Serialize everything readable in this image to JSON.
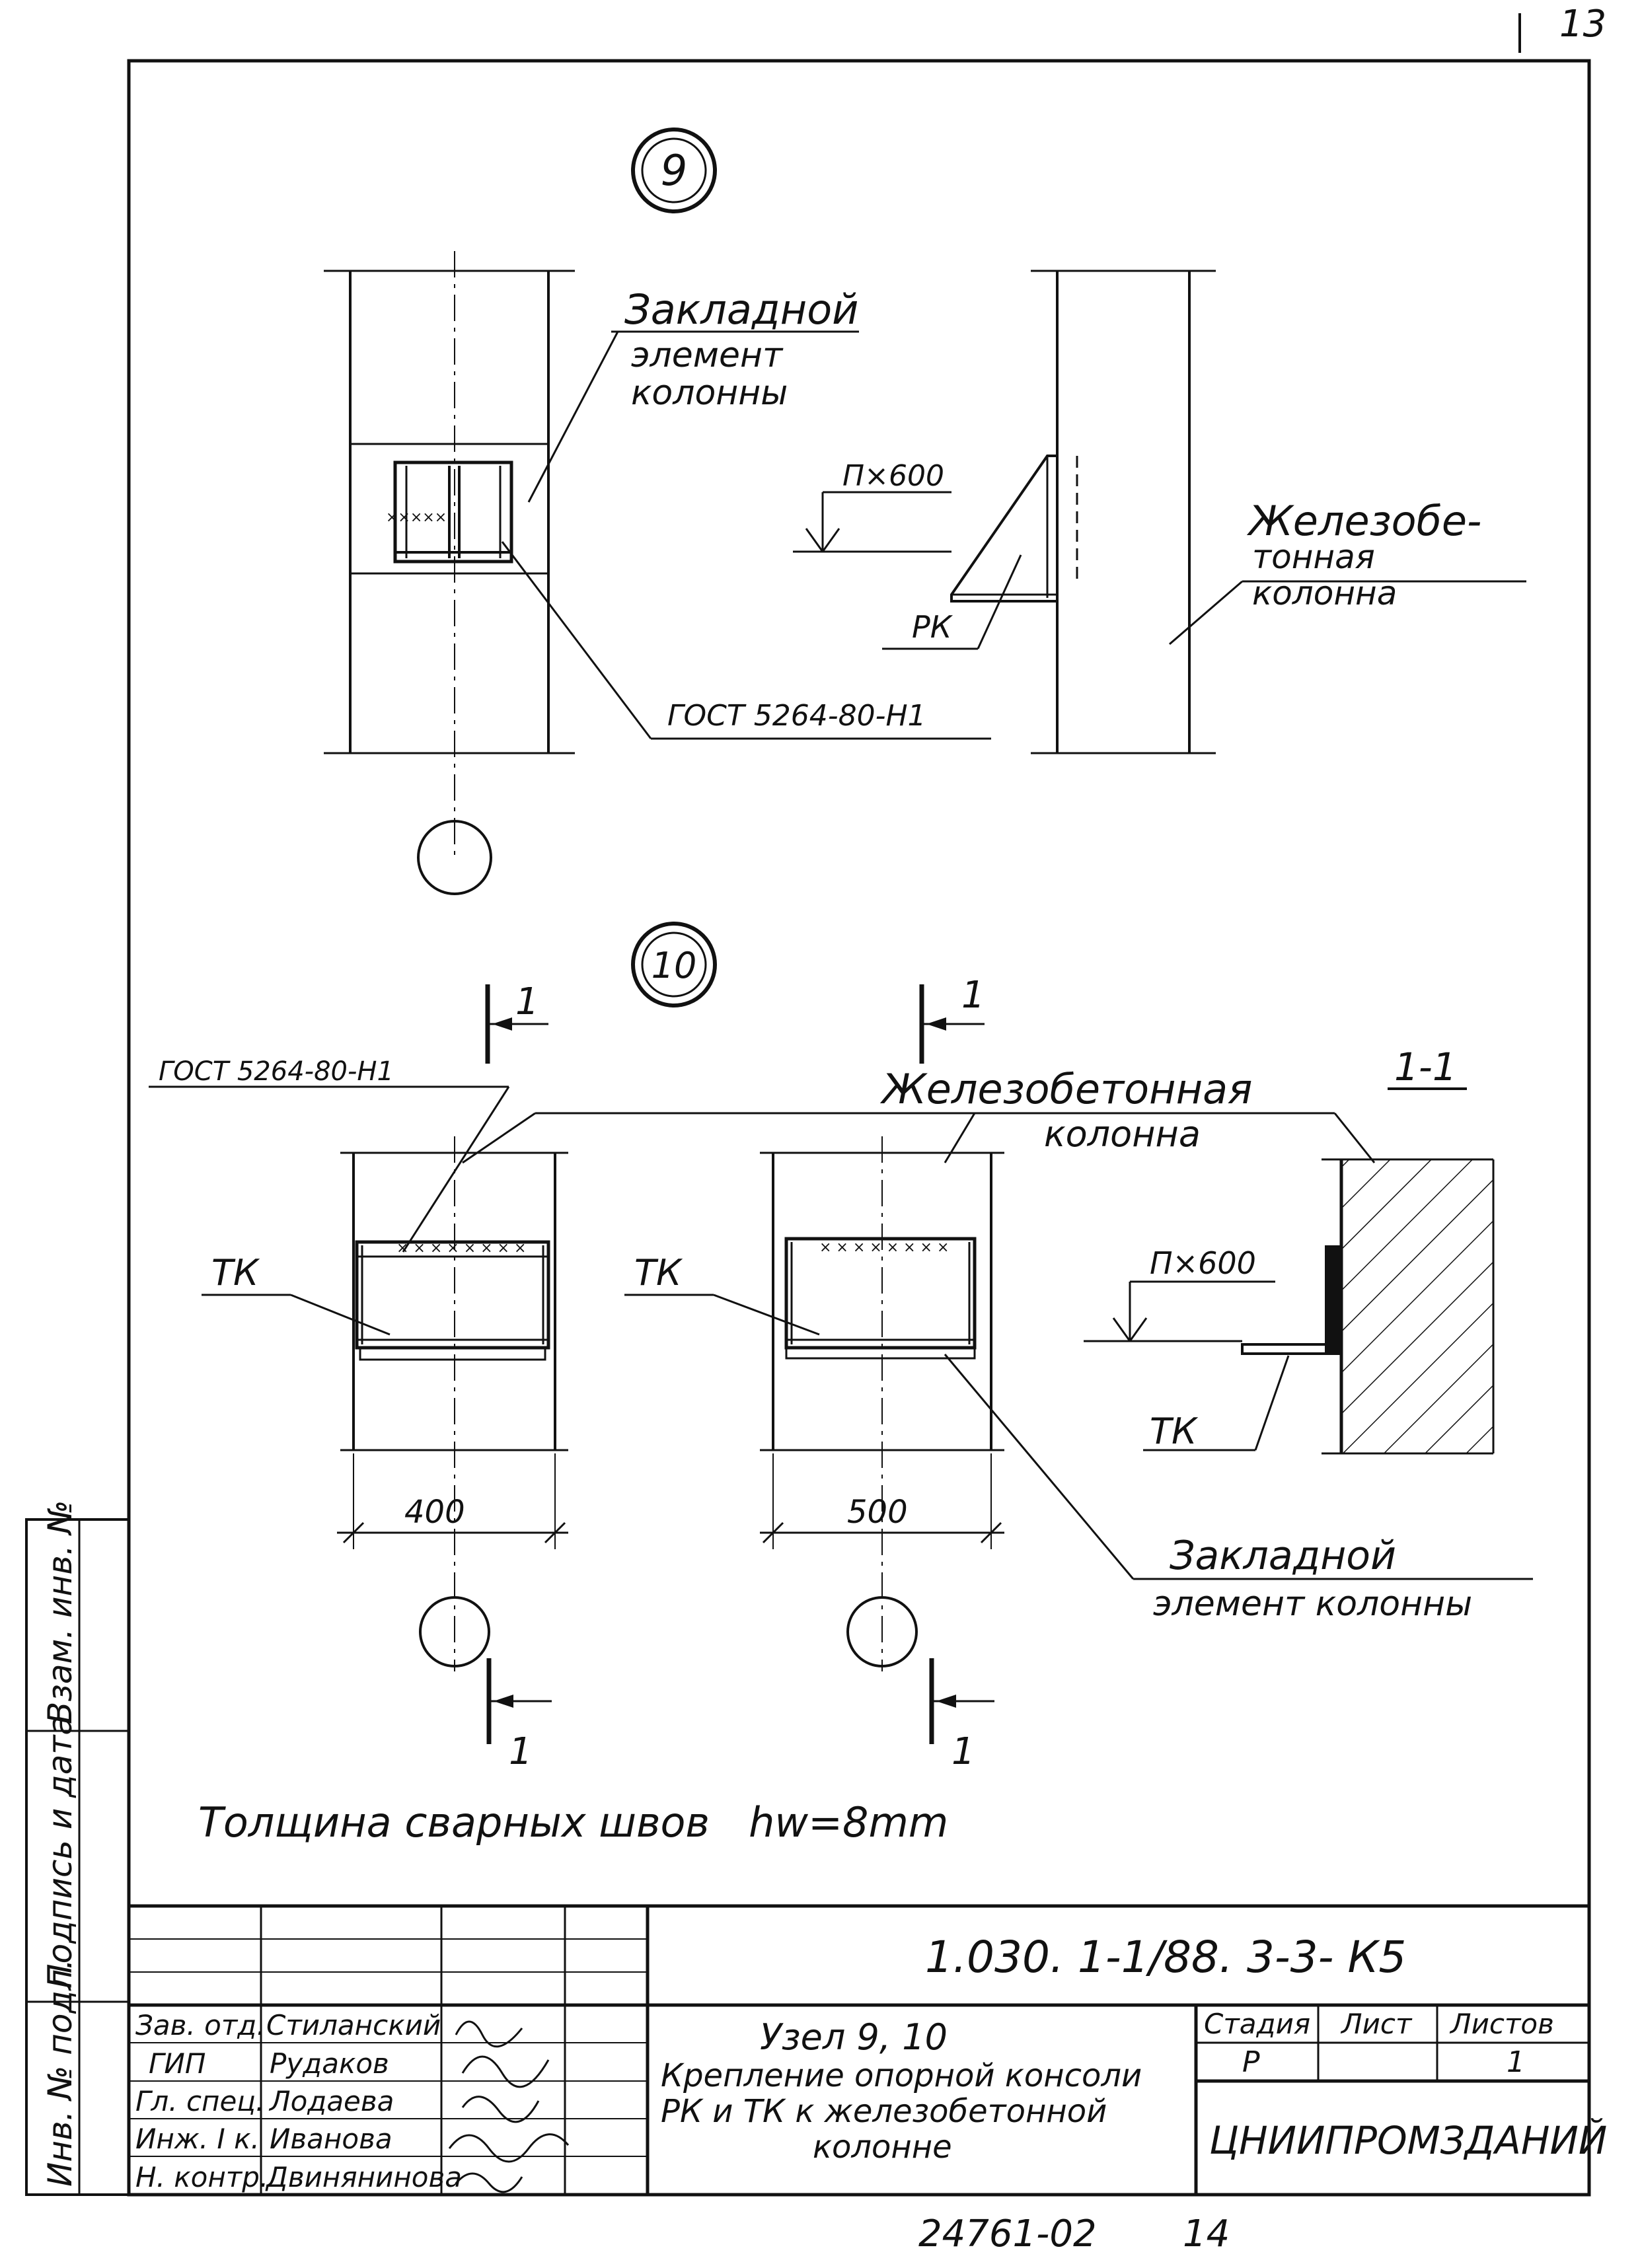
{
  "sheet": {
    "page_corner_number": "13",
    "bottom_number": "24761-02",
    "bottom_page": "14",
    "weld_note": "Толщина сварных швов   hw=8mm"
  },
  "node9": {
    "marker": "9",
    "embedded_label_1": "Закладной",
    "embedded_label_2": "элемент",
    "embedded_label_3": "колонны",
    "level": "П×600",
    "rk": "РК",
    "column_label_1": "Железобе-",
    "column_label_2": "тонная",
    "column_label_3": "колонна",
    "weld_gost": "ГОСТ 5264-80-Н1"
  },
  "node10": {
    "marker": "10",
    "section_mark": "1",
    "section_title": "1-1",
    "weld_gost": "ГОСТ 5264-80-Н1",
    "column_label_1": "Железобетонная",
    "column_label_2": "колонна",
    "tk": "ТК",
    "level": "П×600",
    "dim_400": "400",
    "dim_500": "500",
    "embedded_label_1": "Закладной",
    "embedded_label_2": "элемент колонны"
  },
  "side_stamp": {
    "cells": [
      "Инв. № подл.",
      "Подпись и дата",
      "Взам. инв. №"
    ]
  },
  "title_block": {
    "doc_code": "1.030. 1-1/88. 3-3- К5",
    "title_line_1": "Узел 9, 10",
    "title_line_2": "Крепление опорной консоли",
    "title_line_3": "РК и ТК к железобетонной",
    "title_line_4": "колонне",
    "stage_header": "Стадия",
    "sheet_header": "Лист",
    "sheets_header": "Листов",
    "stage_value": "Р",
    "sheets_value": "1",
    "organization": "ЦНИИПРОМЗДАНИЙ",
    "signers": [
      {
        "role": "Зав. отд.",
        "name": "Стиланский"
      },
      {
        "role": "ГИП",
        "name": "Рудаков"
      },
      {
        "role": "Гл. спец.",
        "name": "Лодаева"
      },
      {
        "role": "Инж. I к.",
        "name": "Иванова"
      },
      {
        "role": "Н. контр.",
        "name": "Двинянинова"
      }
    ]
  }
}
